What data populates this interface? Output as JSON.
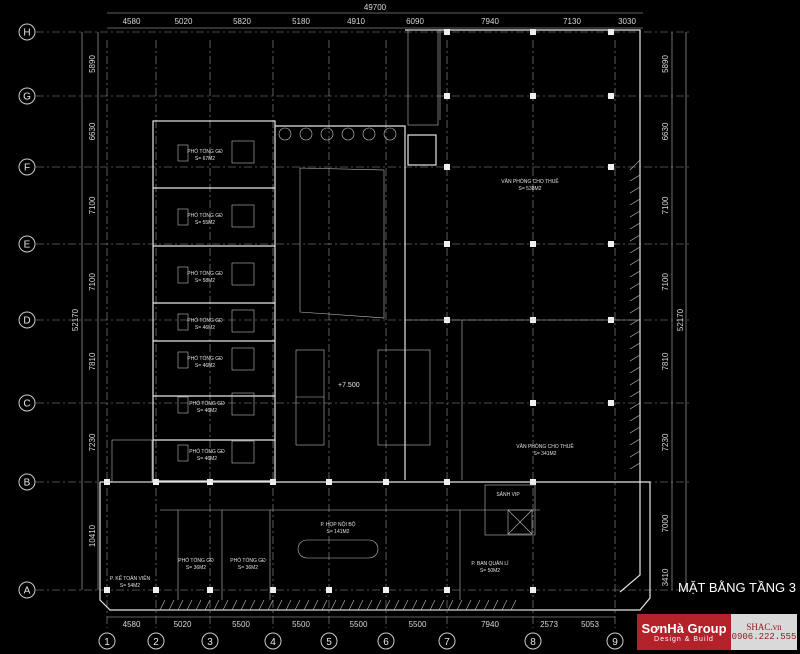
{
  "drawing": {
    "title": "MẶT BẰNG TẦNG 3",
    "elevation": "+7.500",
    "overall_width": "49700",
    "overall_height": "52170",
    "top_dims": [
      "4580",
      "5020",
      "5820",
      "5180",
      "4910",
      "6090",
      "7940",
      "7130",
      "3030"
    ],
    "bottom_dims": [
      "4580",
      "5020",
      "5500",
      "5500",
      "5500",
      "5500",
      "7940",
      "2573",
      "5053"
    ],
    "left_dims": [
      "5890",
      "6630",
      "7100",
      "7100",
      "7810",
      "7230",
      "10410"
    ],
    "right_dims": [
      "5890",
      "6630",
      "7100",
      "7100",
      "7810",
      "7230",
      "7000",
      "3410"
    ],
    "col_axes": [
      "1",
      "2",
      "3",
      "4",
      "5",
      "6",
      "7",
      "8",
      "9"
    ],
    "row_axes": [
      "H",
      "G",
      "F",
      "E",
      "D",
      "C",
      "B",
      "A"
    ],
    "rooms": [
      {
        "name": "PHÓ TỔNG GĐ",
        "area": "S= 67M2"
      },
      {
        "name": "PHÓ TỔNG GĐ",
        "area": "S= 55M2"
      },
      {
        "name": "PHÓ TỔNG GĐ",
        "area": "S= 58M2"
      },
      {
        "name": "PHÓ TỔNG GĐ",
        "area": "S= 46M2"
      },
      {
        "name": "PHÓ TỔNG GĐ",
        "area": "S= 46M2"
      },
      {
        "name": "PHÓ TỔNG GĐ",
        "area": "S= 46M2"
      },
      {
        "name": "PHÓ TỔNG GĐ",
        "area": "S= 46M2"
      },
      {
        "name": "P. KẾ TOÁN VIÊN",
        "area": "S= 54M2"
      },
      {
        "name": "PHÓ TỔNG GĐ",
        "area": "S= 36M2"
      },
      {
        "name": "PHÓ TỔNG GĐ",
        "area": "S= 36M2"
      },
      {
        "name": "P. HỌP NỘI BỘ",
        "area": "S= 141M2"
      },
      {
        "name": "P. BAN QUẢN LÍ",
        "area": "S= 50M2"
      },
      {
        "name": "SẢNH VIP",
        "area": ""
      },
      {
        "name": "VĂN PHÒNG CHO THUÊ",
        "area": "S= 538M2"
      },
      {
        "name": "VĂN PHÒNG CHO THUÊ",
        "area": "S= 341M2"
      }
    ]
  },
  "logo": {
    "brand": "SơnHà Group",
    "tagline": "Design & Build",
    "site": "SHAC.vn",
    "phone": "0906.222.555",
    "color": "#b3212a"
  }
}
